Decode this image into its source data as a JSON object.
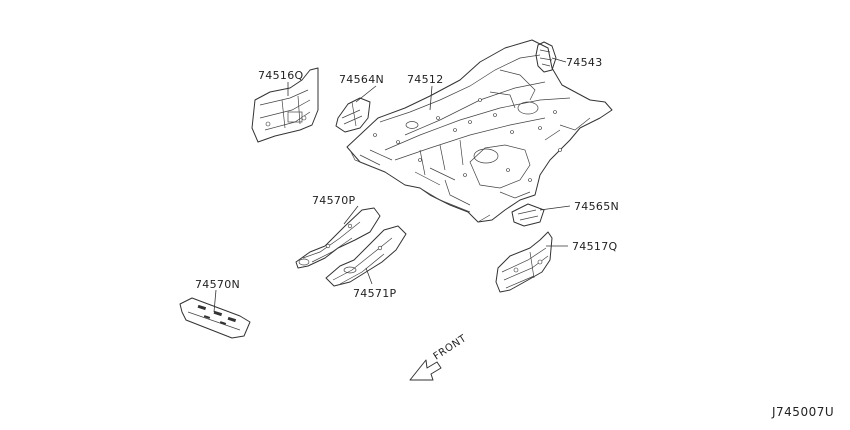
{
  "parts": [
    {
      "id": "74516Q"
    },
    {
      "id": "74564N"
    },
    {
      "id": "74512"
    },
    {
      "id": "74543"
    },
    {
      "id": "74570P"
    },
    {
      "id": "74565N"
    },
    {
      "id": "74517Q"
    },
    {
      "id": "74571P"
    },
    {
      "id": "74570N"
    }
  ],
  "front_label": "FRONT",
  "drawing_ref": "J745007U"
}
